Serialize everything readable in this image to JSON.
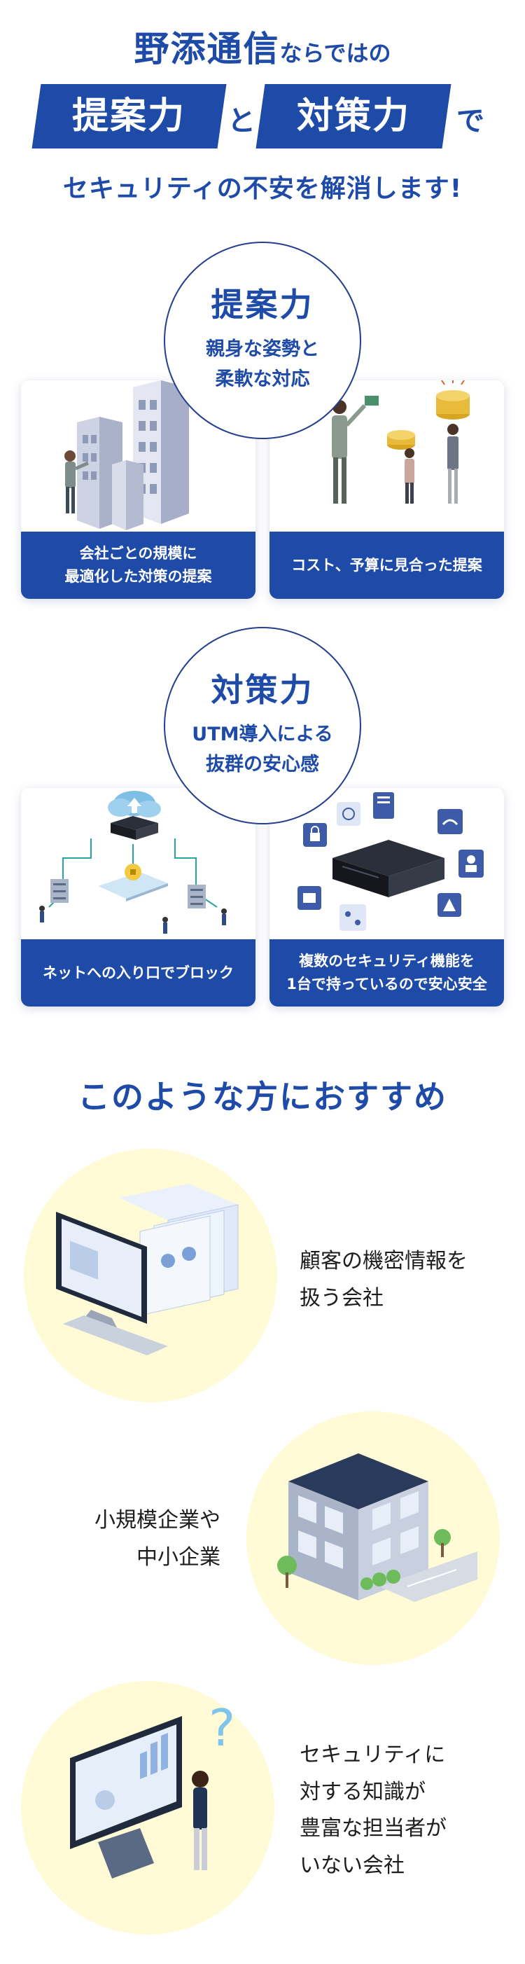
{
  "header": {
    "line1_big": "野添通信",
    "line1_small": "ならではの",
    "pill1": "提案力",
    "connector": "と",
    "pill2": "対策力",
    "suffix": "で",
    "line3": "セキュリティの不安を解消します!"
  },
  "proposal": {
    "title": "提案力",
    "subtitle": "親身な姿勢と\n柔軟な対応",
    "cards": [
      {
        "caption": "会社ごとの規模に\n最適化した対策の提案"
      },
      {
        "caption": "コスト、予算に見合った提案"
      }
    ]
  },
  "countermeasure": {
    "title": "対策力",
    "subtitle": "UTM導入による\n抜群の安心感",
    "cards": [
      {
        "caption": "ネットへの入り口でブロック"
      },
      {
        "caption": "複数のセキュリティ機能を\n1台で持っているので安心安全"
      }
    ]
  },
  "recommend": {
    "title": "このような方におすすめ",
    "items": [
      {
        "text": "顧客の機密情報を\n扱う会社"
      },
      {
        "text": "小規模企業や\n中小企業"
      },
      {
        "text": "セキュリティに\n対する知識が\n豊富な担当者が\nいない会社"
      }
    ]
  },
  "colors": {
    "brand_blue": "#1e4aa8",
    "highlight_yellow": "#fff27a",
    "blob_yellow": "#fffbd6"
  }
}
